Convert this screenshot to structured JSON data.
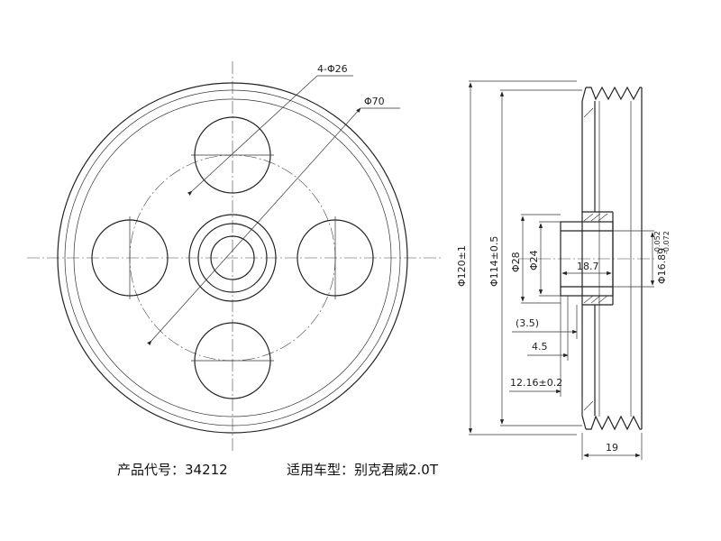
{
  "dimensions": {
    "hole_pattern": "4-Φ26",
    "pitch_circle": "Φ70",
    "outer_diameter": "Φ120±1",
    "groove_diameter": "Φ114±0.5",
    "hub_outer": "Φ28",
    "hub_inner": "Φ24",
    "bore": "Φ16.89",
    "bore_tol_upper": "-0.052",
    "bore_tol_lower": "-0.072",
    "hub_length": "18.7",
    "offset_a": "(3.5)",
    "offset_b": "4.5",
    "offset_c": "12.16±0.2",
    "width": "19"
  },
  "caption": {
    "product_code": "产品代号：34212",
    "applicable_model": "适用车型：别克君威2.0T"
  }
}
